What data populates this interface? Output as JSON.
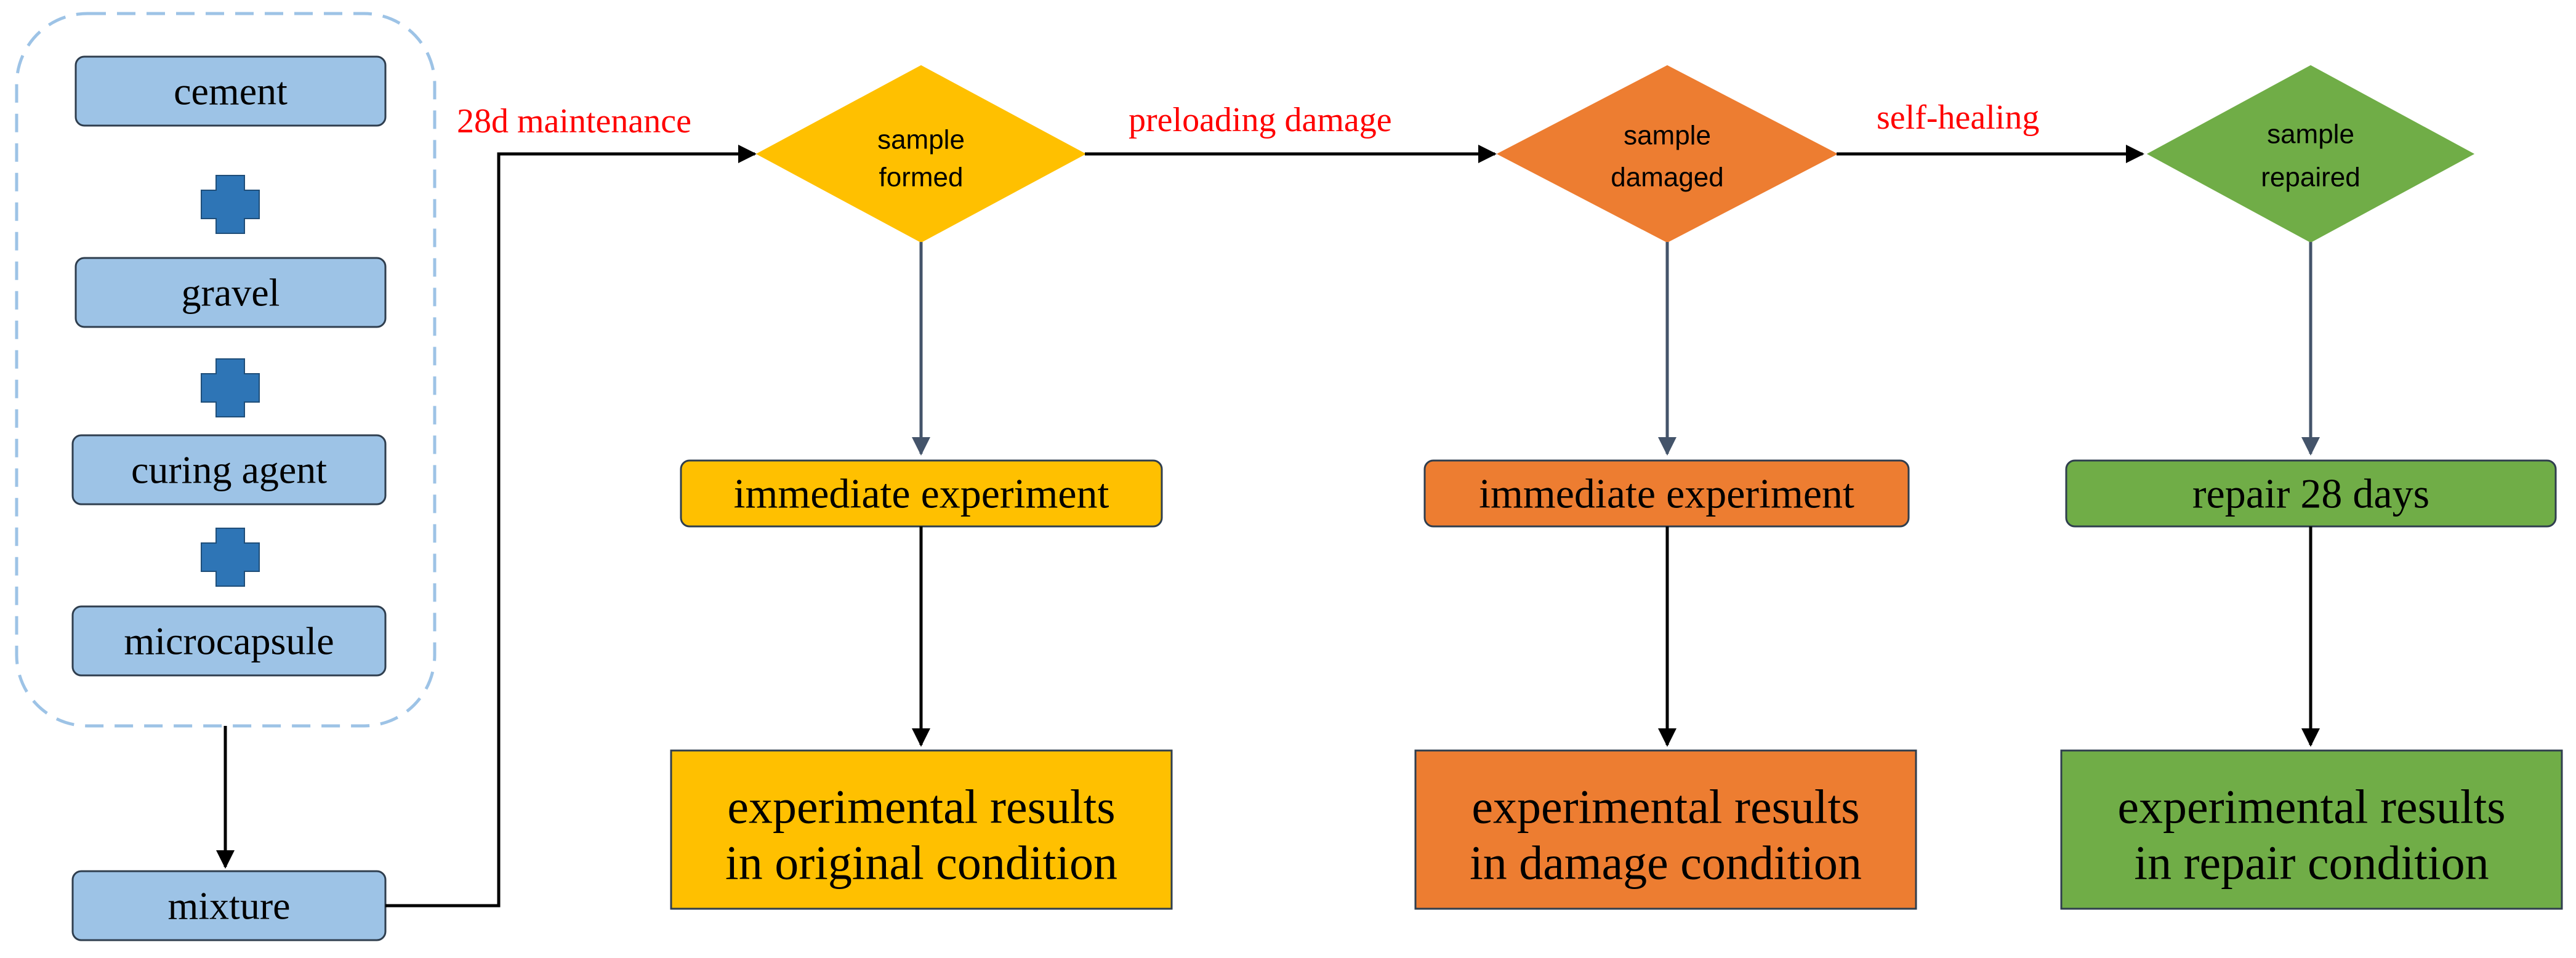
{
  "ingredients": {
    "items": [
      {
        "label": "cement"
      },
      {
        "label": "gravel"
      },
      {
        "label": "curing agent"
      },
      {
        "label": "microcapsule"
      }
    ],
    "mixture_label": "mixture"
  },
  "edges": {
    "maintenance": "28d maintenance",
    "preloading": "preloading damage",
    "self_healing": "self-healing"
  },
  "stages": [
    {
      "diamond": [
        "sample",
        "formed"
      ],
      "step": "immediate experiment",
      "result": [
        "experimental results",
        "in original condition"
      ],
      "color": "#ffc000"
    },
    {
      "diamond": [
        "sample",
        "damaged"
      ],
      "step": "immediate experiment",
      "result": [
        "experimental results",
        "in damage condition"
      ],
      "color": "#ed7d31"
    },
    {
      "diamond": [
        "sample",
        "repaired"
      ],
      "step": "repair 28 days",
      "result": [
        "experimental results",
        "in repair condition"
      ],
      "color": "#70ad47"
    }
  ],
  "colors": {
    "ingredient_fill": "#9dc3e6",
    "plus": "#2e75b6",
    "dashed_group": "#9dc3e6",
    "edge_label": "#ff0000",
    "dark_arrow": "#000000",
    "gray_arrow": "#44546a"
  }
}
